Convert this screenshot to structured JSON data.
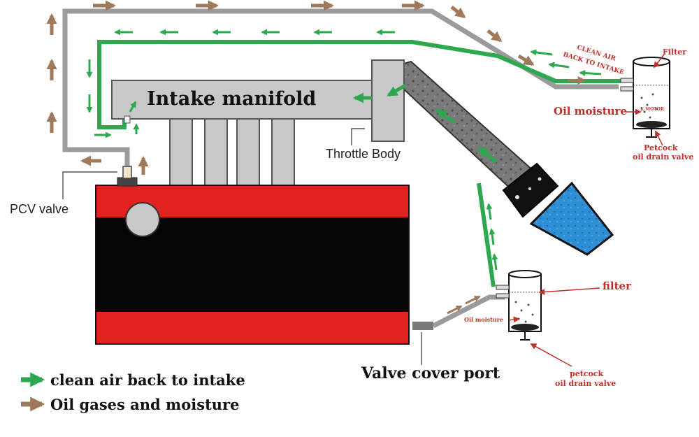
{
  "labels": {
    "intake_manifold": "Intake manifold",
    "throttle_body": "Throttle Body",
    "pcv_valve": "PCV valve",
    "valve_cover_port": "Valve cover port",
    "clean_air_line1": "CLEAN AIR",
    "clean_air_line2": "BACK TO INTAKE",
    "filter_top": "Filter",
    "oil_moisture_top": "Oil moisture",
    "motor_tag": "K MOTOR",
    "petcock_top_line1": "Petcock",
    "petcock_top_line2": "oil drain valve",
    "filter_bottom": "filter",
    "oil_moisture_bottom": "Oil moisture",
    "petcock_bottom_line1": "petcock",
    "petcock_bottom_line2": "oil drain valve"
  },
  "legend": {
    "clean_air": "clean air back to intake",
    "oil_gases": "Oil gases and moisture"
  },
  "colors": {
    "clean_air_arrow": "#2ea84f",
    "oil_gas_arrow": "#a0785a",
    "pipe_gray": "#9b9b9b",
    "manifold_fill": "#c8c8c8",
    "engine_red": "#e0211e",
    "engine_black": "#050505",
    "filter_blue": "#2f8fd4",
    "label_red": "#c0302b"
  },
  "icons": {
    "clean_air": "arrow-green",
    "oil_gas": "arrow-brown"
  }
}
